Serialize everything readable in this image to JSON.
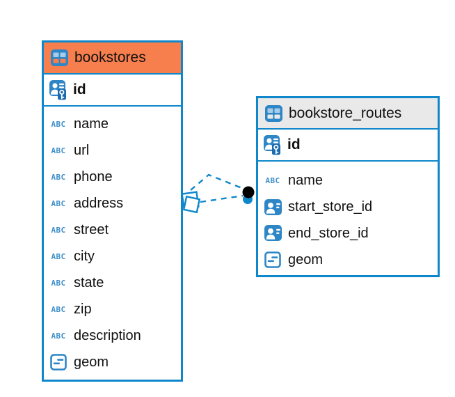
{
  "icons": {
    "text_type_label": "ABC"
  },
  "colors": {
    "accent_blue": "#0F88CB",
    "icon_blue": "#2E86C6",
    "bookstores_header_bg": "#F77E4D",
    "routes_header_bg": "#E9E9E9",
    "relationship_dot": "#000000"
  },
  "diagram": {
    "tables": [
      {
        "title": "bookstores",
        "primary_key": "id",
        "fields": [
          {
            "name": "name",
            "type": "text"
          },
          {
            "name": "url",
            "type": "text"
          },
          {
            "name": "phone",
            "type": "text"
          },
          {
            "name": "address",
            "type": "text"
          },
          {
            "name": "street",
            "type": "text"
          },
          {
            "name": "city",
            "type": "text"
          },
          {
            "name": "state",
            "type": "text"
          },
          {
            "name": "zip",
            "type": "text"
          },
          {
            "name": "description",
            "type": "text"
          },
          {
            "name": "geom",
            "type": "geometry"
          }
        ]
      },
      {
        "title": "bookstore_routes",
        "primary_key": "id",
        "fields": [
          {
            "name": "name",
            "type": "text"
          },
          {
            "name": "start_store_id",
            "type": "reference"
          },
          {
            "name": "end_store_id",
            "type": "reference"
          },
          {
            "name": "geom",
            "type": "geometry"
          }
        ]
      }
    ],
    "relationships": [
      {
        "from": "bookstore_routes",
        "to": "bookstores",
        "line_style": "dashed"
      },
      {
        "from": "bookstore_routes",
        "to": "bookstores",
        "line_style": "dashed"
      }
    ]
  }
}
